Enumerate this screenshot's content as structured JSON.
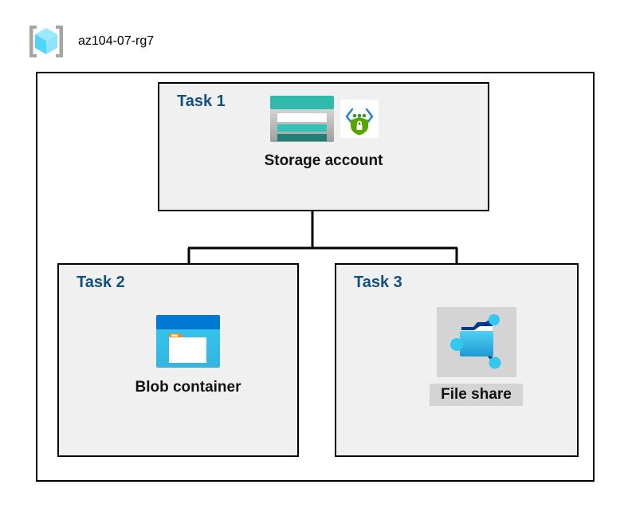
{
  "header": {
    "resource_group_icon": "resource-group-cube-icon",
    "title": "az104-07-rg7"
  },
  "diagram": {
    "type": "azure-architecture-diagram",
    "container_label": "az104-07-rg7",
    "colors": {
      "task_label": "#12507d",
      "task_box_fill": "#f0f0f0",
      "border": "#000000",
      "container_fill": "#ffffff",
      "selection_highlight": "#d4d4d4",
      "storage_teal": "#31b9ab",
      "storage_teal_dark": "#1f7f74",
      "blob_blue": "#0078d4",
      "blob_cyan": "#32c8f0",
      "blob_orange": "#f7881f",
      "fileshare_cyan": "#32c8f0",
      "fileshare_navy": "#003a8c",
      "shield_green": "#57a300",
      "endpoint_blue": "#1f82d9",
      "cube_cyan": "#41d3f5",
      "bracket_gray": "#a6a6a6"
    },
    "tasks": [
      {
        "id": "task-1",
        "label": "Task 1",
        "node_caption": "Storage account",
        "icons": [
          "storage-account-icon",
          "private-endpoint-shield-icon"
        ]
      },
      {
        "id": "task-2",
        "label": "Task 2",
        "node_caption": "Blob container",
        "icons": [
          "blob-container-icon"
        ]
      },
      {
        "id": "task-3",
        "label": "Task 3",
        "node_caption": "File share",
        "icons": [
          "file-share-icon"
        ]
      }
    ],
    "connections": [
      {
        "from": "Storage account",
        "to": "Blob container"
      },
      {
        "from": "Storage account",
        "to": "File share"
      }
    ]
  }
}
